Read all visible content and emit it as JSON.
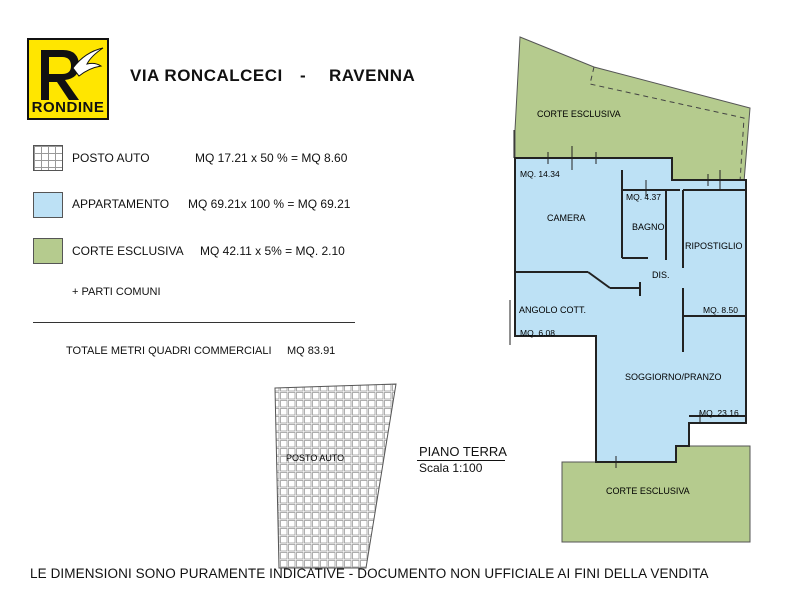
{
  "header": {
    "logo_text": "RONDINE",
    "street": "VIA RONCALCECI",
    "dash": "-",
    "city": "RAVENNA"
  },
  "legend": [
    {
      "label": "POSTO AUTO",
      "calc": "MQ 17.21 x  50 % = MQ  8.60",
      "swatch": "grid"
    },
    {
      "label": "APPARTAMENTO",
      "calc": "MQ 69.21x 100 % = MQ 69.21",
      "swatch": "blue"
    },
    {
      "label": "CORTE ESCLUSIVA",
      "calc": "MQ 42.11 x 5% = MQ. 2.10",
      "swatch": "green"
    }
  ],
  "parti_comuni": "+  PARTI COMUNI",
  "totale": {
    "label": "TOTALE METRI QUADRI COMMERCIALI",
    "value": "MQ 83.91"
  },
  "parking_label": "POSTO AUTO",
  "plan_labels": {
    "corte_top": "CORTE ESCLUSIVA",
    "corte_bottom": "CORTE ESCLUSIVA",
    "camera_mq": "MQ. 14.34",
    "camera": "CAMERA",
    "bagno_mq": "MQ. 4.37",
    "bagno": "BAGNO",
    "ripostiglio": "RIPOSTIGLIO",
    "dis": "DIS.",
    "angolo": "ANGOLO COTT.",
    "angolo_mq": "MQ. 6.08",
    "rip_mq": "MQ. 8.50",
    "soggiorno": "SOGGIORNO/PRANZO",
    "soggiorno_mq": "MQ. 23.16"
  },
  "piano": "PIANO TERRA",
  "scala": "Scala 1:100",
  "footer": "LE DIMENSIONI SONO PURAMENTE INDICATIVE -  DOCUMENTO NON UFFICIALE AI FINI DELLA VENDITA",
  "colors": {
    "logo_yellow": "#ffe600",
    "appartamento_blue": "#bde1f5",
    "corte_green": "#b5cb8e"
  }
}
